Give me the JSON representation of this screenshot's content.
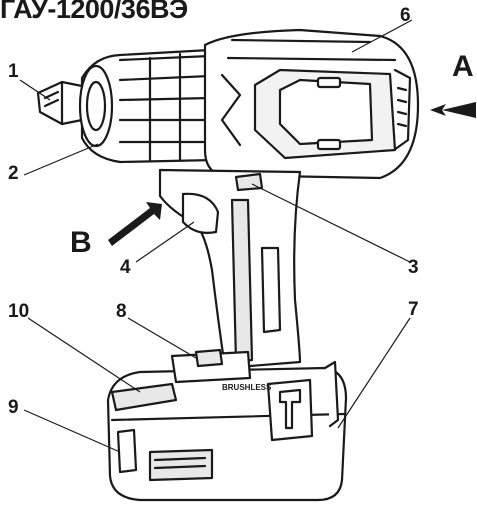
{
  "title": "ГАУ-1200/36ВЭ",
  "callouts": [
    "1",
    "2",
    "3",
    "4",
    "6",
    "7",
    "8",
    "9",
    "10"
  ],
  "direction_labels": {
    "a": "A",
    "b": "B"
  },
  "badge_text": "BRUSHLESS",
  "colors": {
    "ink": "#1a1a1a",
    "body": "#ffffff",
    "shade": "#e8e8e8"
  }
}
